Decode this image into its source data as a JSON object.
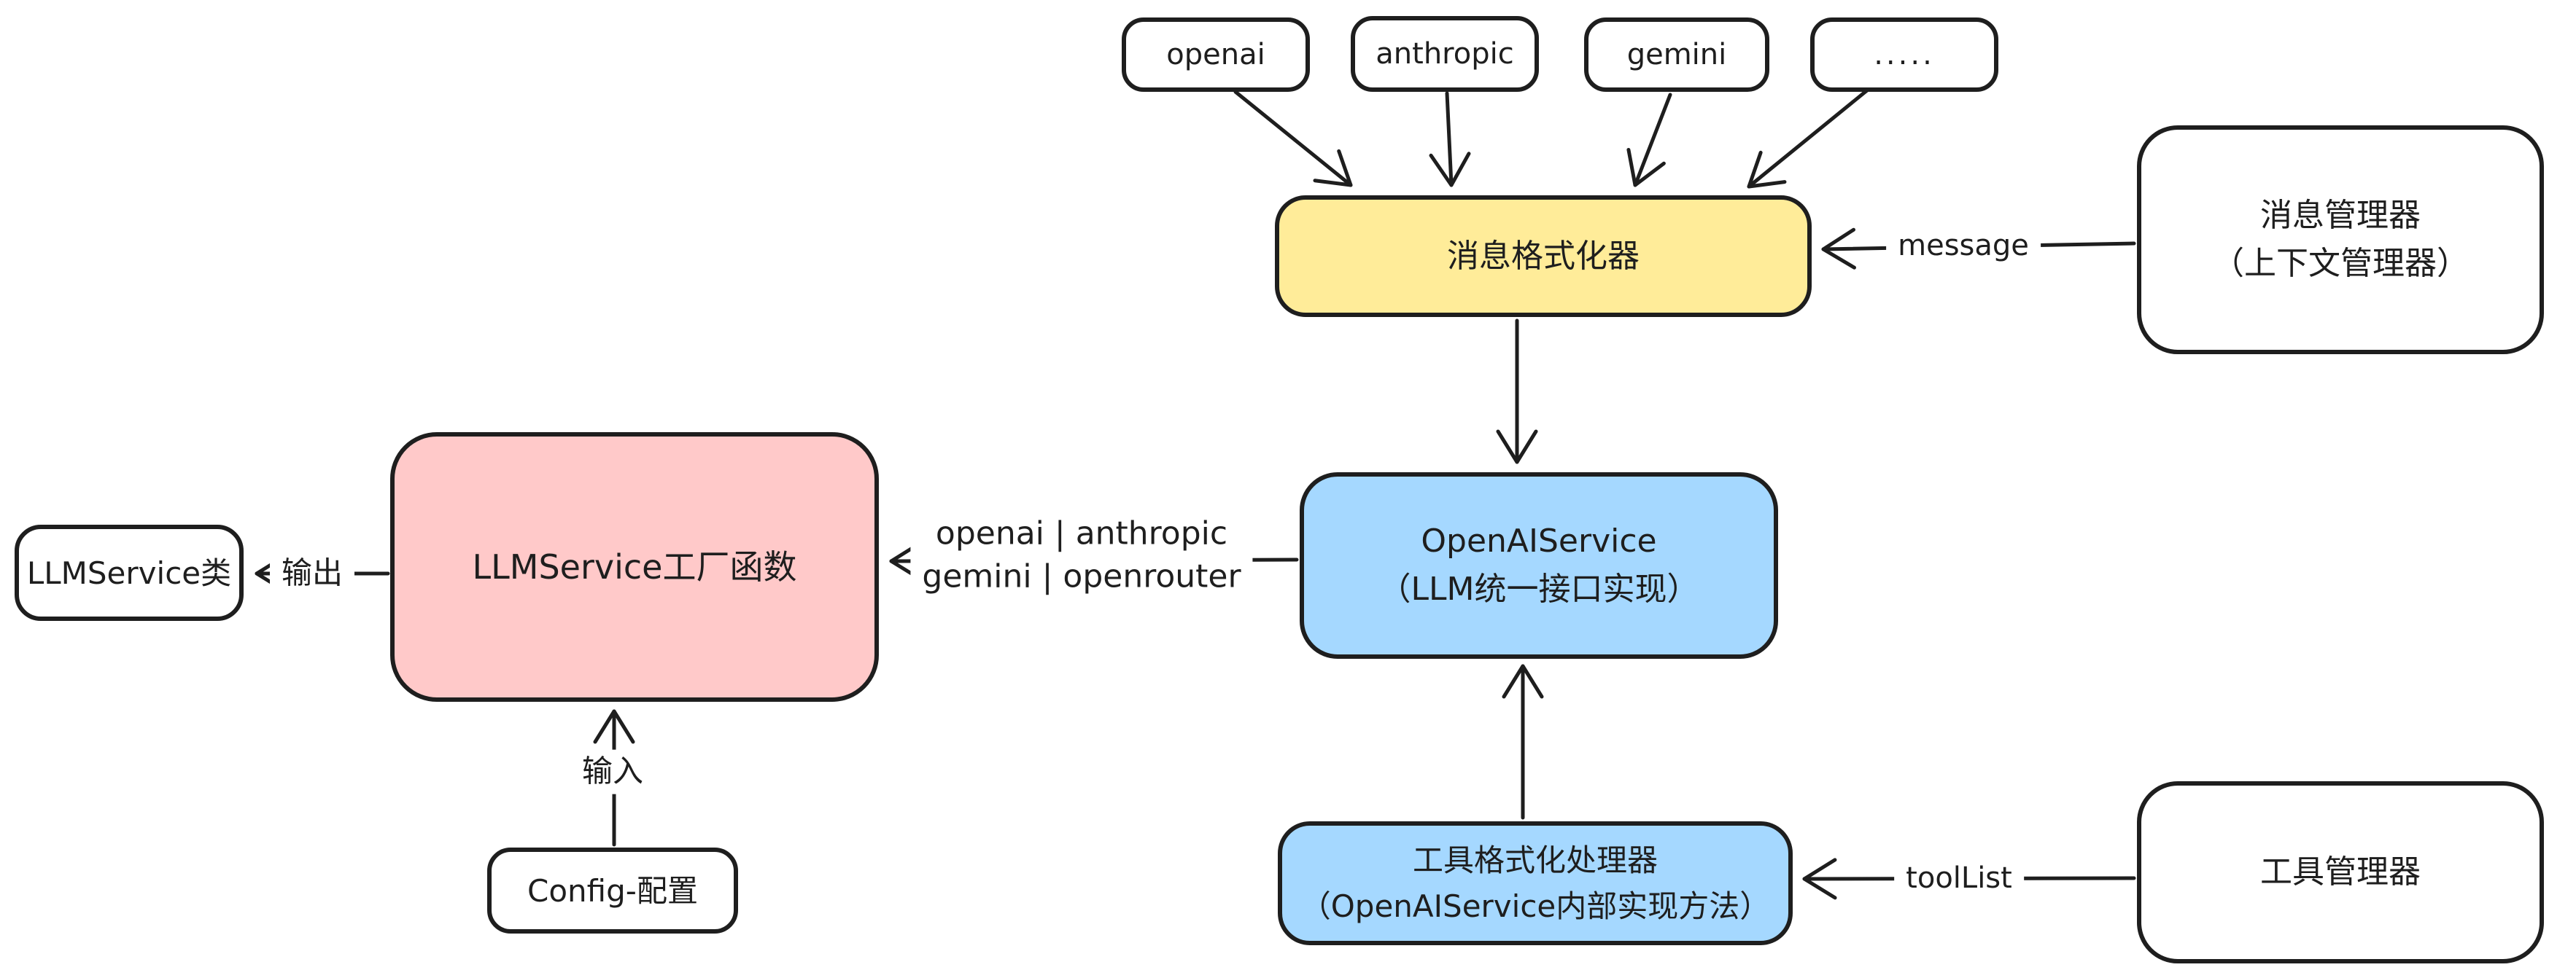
{
  "canvas": {
    "background": "#ffffff",
    "stroke_color": "#1e1e1e",
    "fill_yellow": "#ffec99",
    "fill_blue": "#a5d8ff",
    "fill_pink": "#ffc9c9",
    "fill_white": "#ffffff"
  },
  "providers": {
    "items": [
      {
        "label": "openai"
      },
      {
        "label": "anthropic"
      },
      {
        "label": "gemini"
      },
      {
        "label": "....."
      }
    ]
  },
  "nodes": {
    "message_formatter": {
      "label": "消息格式化器",
      "fill": "#ffec99"
    },
    "message_manager": {
      "line1": "消息管理器",
      "line2": "（上下文管理器）",
      "fill": "#ffffff"
    },
    "openai_service": {
      "line1": "OpenAIService",
      "line2": "（LLM统一接口实现）",
      "fill": "#a5d8ff"
    },
    "llm_factory": {
      "label": "LLMService工厂函数",
      "fill": "#ffc9c9"
    },
    "llm_class": {
      "label": "LLMService类",
      "fill": "#ffffff"
    },
    "config": {
      "label": "Config-配置",
      "fill": "#ffffff"
    },
    "tool_formatter": {
      "line1": "工具格式化处理器",
      "line2": "（OpenAIService内部实现方法）",
      "fill": "#a5d8ff"
    },
    "tool_manager": {
      "label": "工具管理器",
      "fill": "#ffffff"
    }
  },
  "edge_labels": {
    "message": "message",
    "tool_list": "toolList",
    "output": "输出",
    "input": "输入",
    "providers_line1": "openai | anthropic",
    "providers_line2": "gemini | openrouter"
  }
}
